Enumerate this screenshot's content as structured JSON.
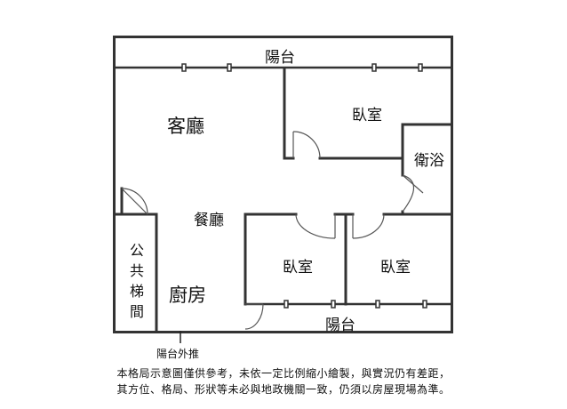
{
  "rooms": {
    "balcony_top": "陽台",
    "living_room": "客廳",
    "bedroom_top": "臥室",
    "bathroom": "衛浴",
    "dining": "餐廳",
    "public_stairs": "公\n共\n梯\n間",
    "kitchen": "廚房",
    "bedroom_mid": "臥室",
    "bedroom_right": "臥室",
    "balcony_bottom": "陽台"
  },
  "annotations": {
    "balcony_push_out": "陽台外推"
  },
  "disclaimer": {
    "line1": "本格局示意圖僅供參考，未依一定比例縮小繪製，與實況仍有差距，",
    "line2": "其方位、格局、形狀等未必與地政機關一致，仍須以房屋現場為準。"
  }
}
